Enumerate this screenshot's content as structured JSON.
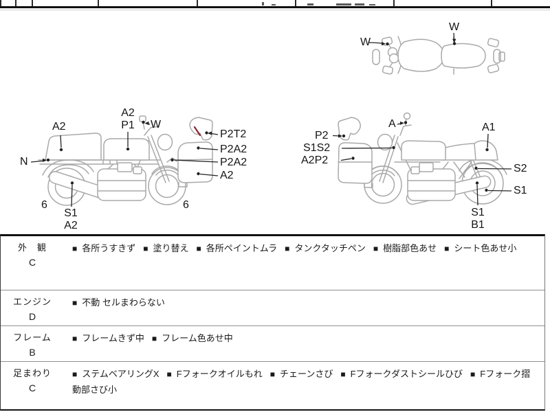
{
  "labels": {
    "lb_a2_rear": "A2",
    "lb_a2_tank": "A2",
    "lb_p1_tank": "P1",
    "lb_w": "W",
    "lb_n": "N",
    "lb_6_left": "6",
    "lb_s1": "S1",
    "lb_a2_exh": "A2",
    "lb_6_right": "6",
    "lb_p2t2": "P2T2",
    "lb_p2a2_a": "P2A2",
    "lb_p2a2_b": "P2A2",
    "lb_a2_panel": "A2",
    "rb_p2": "P2",
    "rb_s1s2": "S1S2",
    "rb_a2p2": "A2P2",
    "rb_a": "A",
    "rb_a1": "A1",
    "rb_s2": "S2",
    "rb_s1": "S1",
    "rb_s1_exh": "S1",
    "rb_b1": "B1",
    "tv_w_left": "W",
    "tv_w_top": "W"
  },
  "condition_table": {
    "bullet": "■",
    "rows": [
      {
        "category": "外　観",
        "grade": "C",
        "items": [
          "各所うすきず",
          "塗り替え",
          "各所ペイントムラ",
          "タンクタッチペン",
          "樹脂部色あせ",
          "シート色あせ小"
        ]
      },
      {
        "category": "エンジン",
        "grade": "D",
        "items": [
          "不動 セルまわらない"
        ]
      },
      {
        "category": "フレーム",
        "grade": "B",
        "items": [
          "フレームきず中",
          "フレーム色あせ中"
        ]
      },
      {
        "category": "足まわり",
        "grade": "C",
        "items": [
          "ステムベアリングX",
          "Fフォークオイルもれ",
          "チェーンさび",
          "Fフォークダストシールひび",
          "Fフォーク摺動部さび小"
        ]
      }
    ]
  },
  "colors": {
    "drawing_outline": "#a9a9a9",
    "damage_mark": "#8b2433",
    "leader": "#222222"
  }
}
